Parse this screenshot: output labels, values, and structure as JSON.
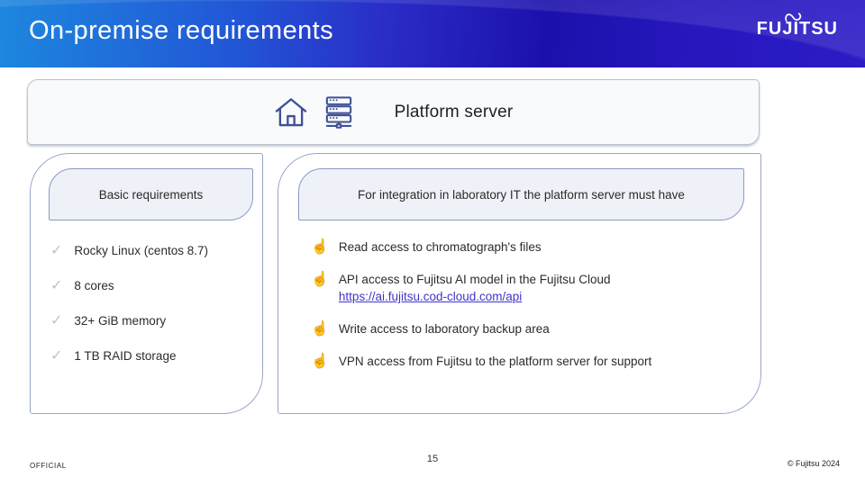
{
  "header": {
    "title": "On-premise requirements",
    "logo_text": "FUJITSU"
  },
  "platform_box": {
    "label": "Platform server"
  },
  "left_panel": {
    "header": "Basic requirements",
    "items": [
      "Rocky Linux (centos 8.7)",
      "8 cores",
      "32+ GiB memory",
      "1 TB RAID storage"
    ]
  },
  "right_panel": {
    "header": "For integration in laboratory IT the platform server must have",
    "items": [
      {
        "text": "Read access to chromatograph's files"
      },
      {
        "text": "API access to Fujitsu AI model in the Fujitsu Cloud",
        "link": "https://ai.fujitsu.cod-cloud.com/api"
      },
      {
        "text": "Write access to laboratory backup area"
      },
      {
        "text": "VPN access from Fujitsu to the platform server for support"
      }
    ]
  },
  "footer": {
    "classification": "OFFICIAL",
    "page_number": "15",
    "copyright": "© Fujitsu  2024"
  },
  "icons": {
    "check_glyph": "✓",
    "tap_glyph": "☝"
  },
  "colors": {
    "banner_gradient_left": "#1d87de",
    "banner_gradient_right": "#2b1cc6",
    "panel_border": "#9aa6c9",
    "panel_header_fill": "#eef1f7",
    "link": "#4033c9",
    "icon_blue": "#3e5195",
    "check_gray": "#c2c2c2"
  }
}
